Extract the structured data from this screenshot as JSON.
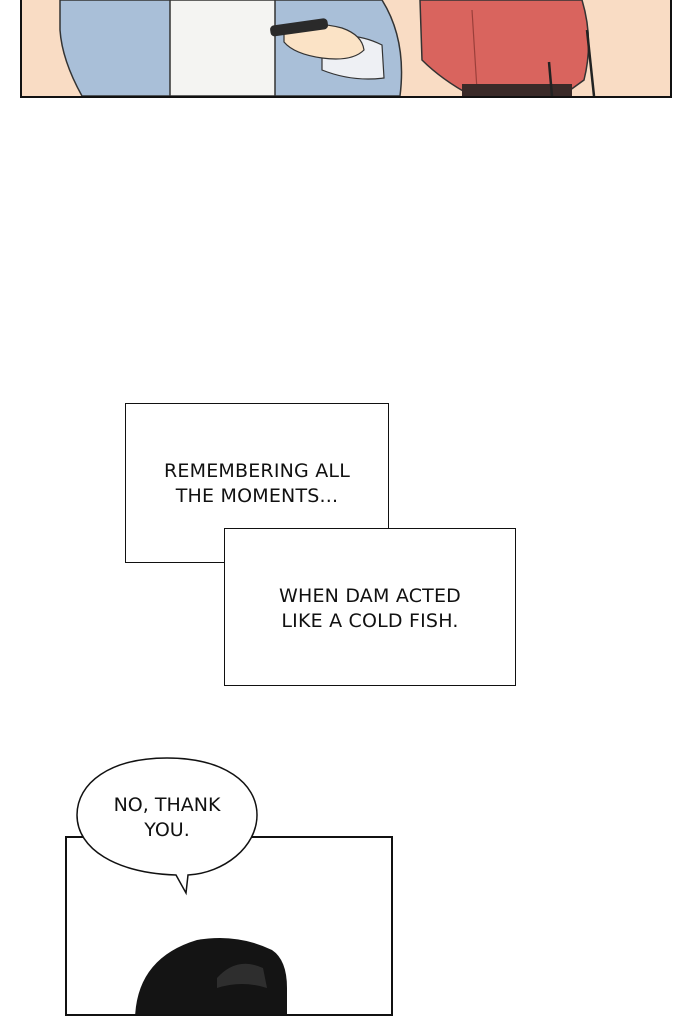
{
  "captions": [
    {
      "text": "REMEMBERING ALL\nTHE MOMENTS..."
    },
    {
      "text": "WHEN DAM ACTED\nLIKE A COLD FISH."
    }
  ],
  "speech_bubble": {
    "text": "NO, THANK\nYOU."
  },
  "colors": {
    "panel_background": "#f9dcc4",
    "shirt_blue": "#a9bfd8",
    "shirt_white": "#f4f4f2",
    "jacket_red": "#d9645e",
    "skin": "#fbe3c6",
    "hair": "#141414"
  }
}
